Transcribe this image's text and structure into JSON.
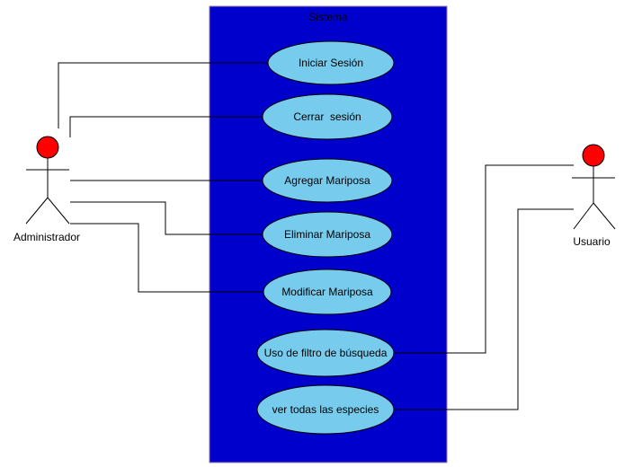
{
  "system": {
    "title": "Sistema",
    "fill": "#0000CC",
    "border": "#9673A6"
  },
  "actors": {
    "admin": {
      "label": "Administrador",
      "head_color": "#FF0000"
    },
    "user": {
      "label": "Usuario",
      "head_color": "#FF0000"
    }
  },
  "use_cases": [
    {
      "label": "Iniciar Sesión"
    },
    {
      "label": "Cerrar  sesión"
    },
    {
      "label": "Agregar Mariposa"
    },
    {
      "label": "Eliminar Mariposa"
    },
    {
      "label": "Modificar Mariposa"
    },
    {
      "label": "Uso de filtro de búsqueda"
    },
    {
      "label": "ver todas las especies"
    }
  ],
  "use_case_fill": "#77CCEE",
  "associations": [
    {
      "actor": "Administrador",
      "use_case": "Iniciar Sesión"
    },
    {
      "actor": "Administrador",
      "use_case": "Cerrar  sesión"
    },
    {
      "actor": "Administrador",
      "use_case": "Agregar Mariposa"
    },
    {
      "actor": "Administrador",
      "use_case": "Eliminar Mariposa"
    },
    {
      "actor": "Administrador",
      "use_case": "Modificar Mariposa"
    },
    {
      "actor": "Usuario",
      "use_case": "Uso de filtro de búsqueda"
    },
    {
      "actor": "Usuario",
      "use_case": "ver todas las especies"
    }
  ]
}
